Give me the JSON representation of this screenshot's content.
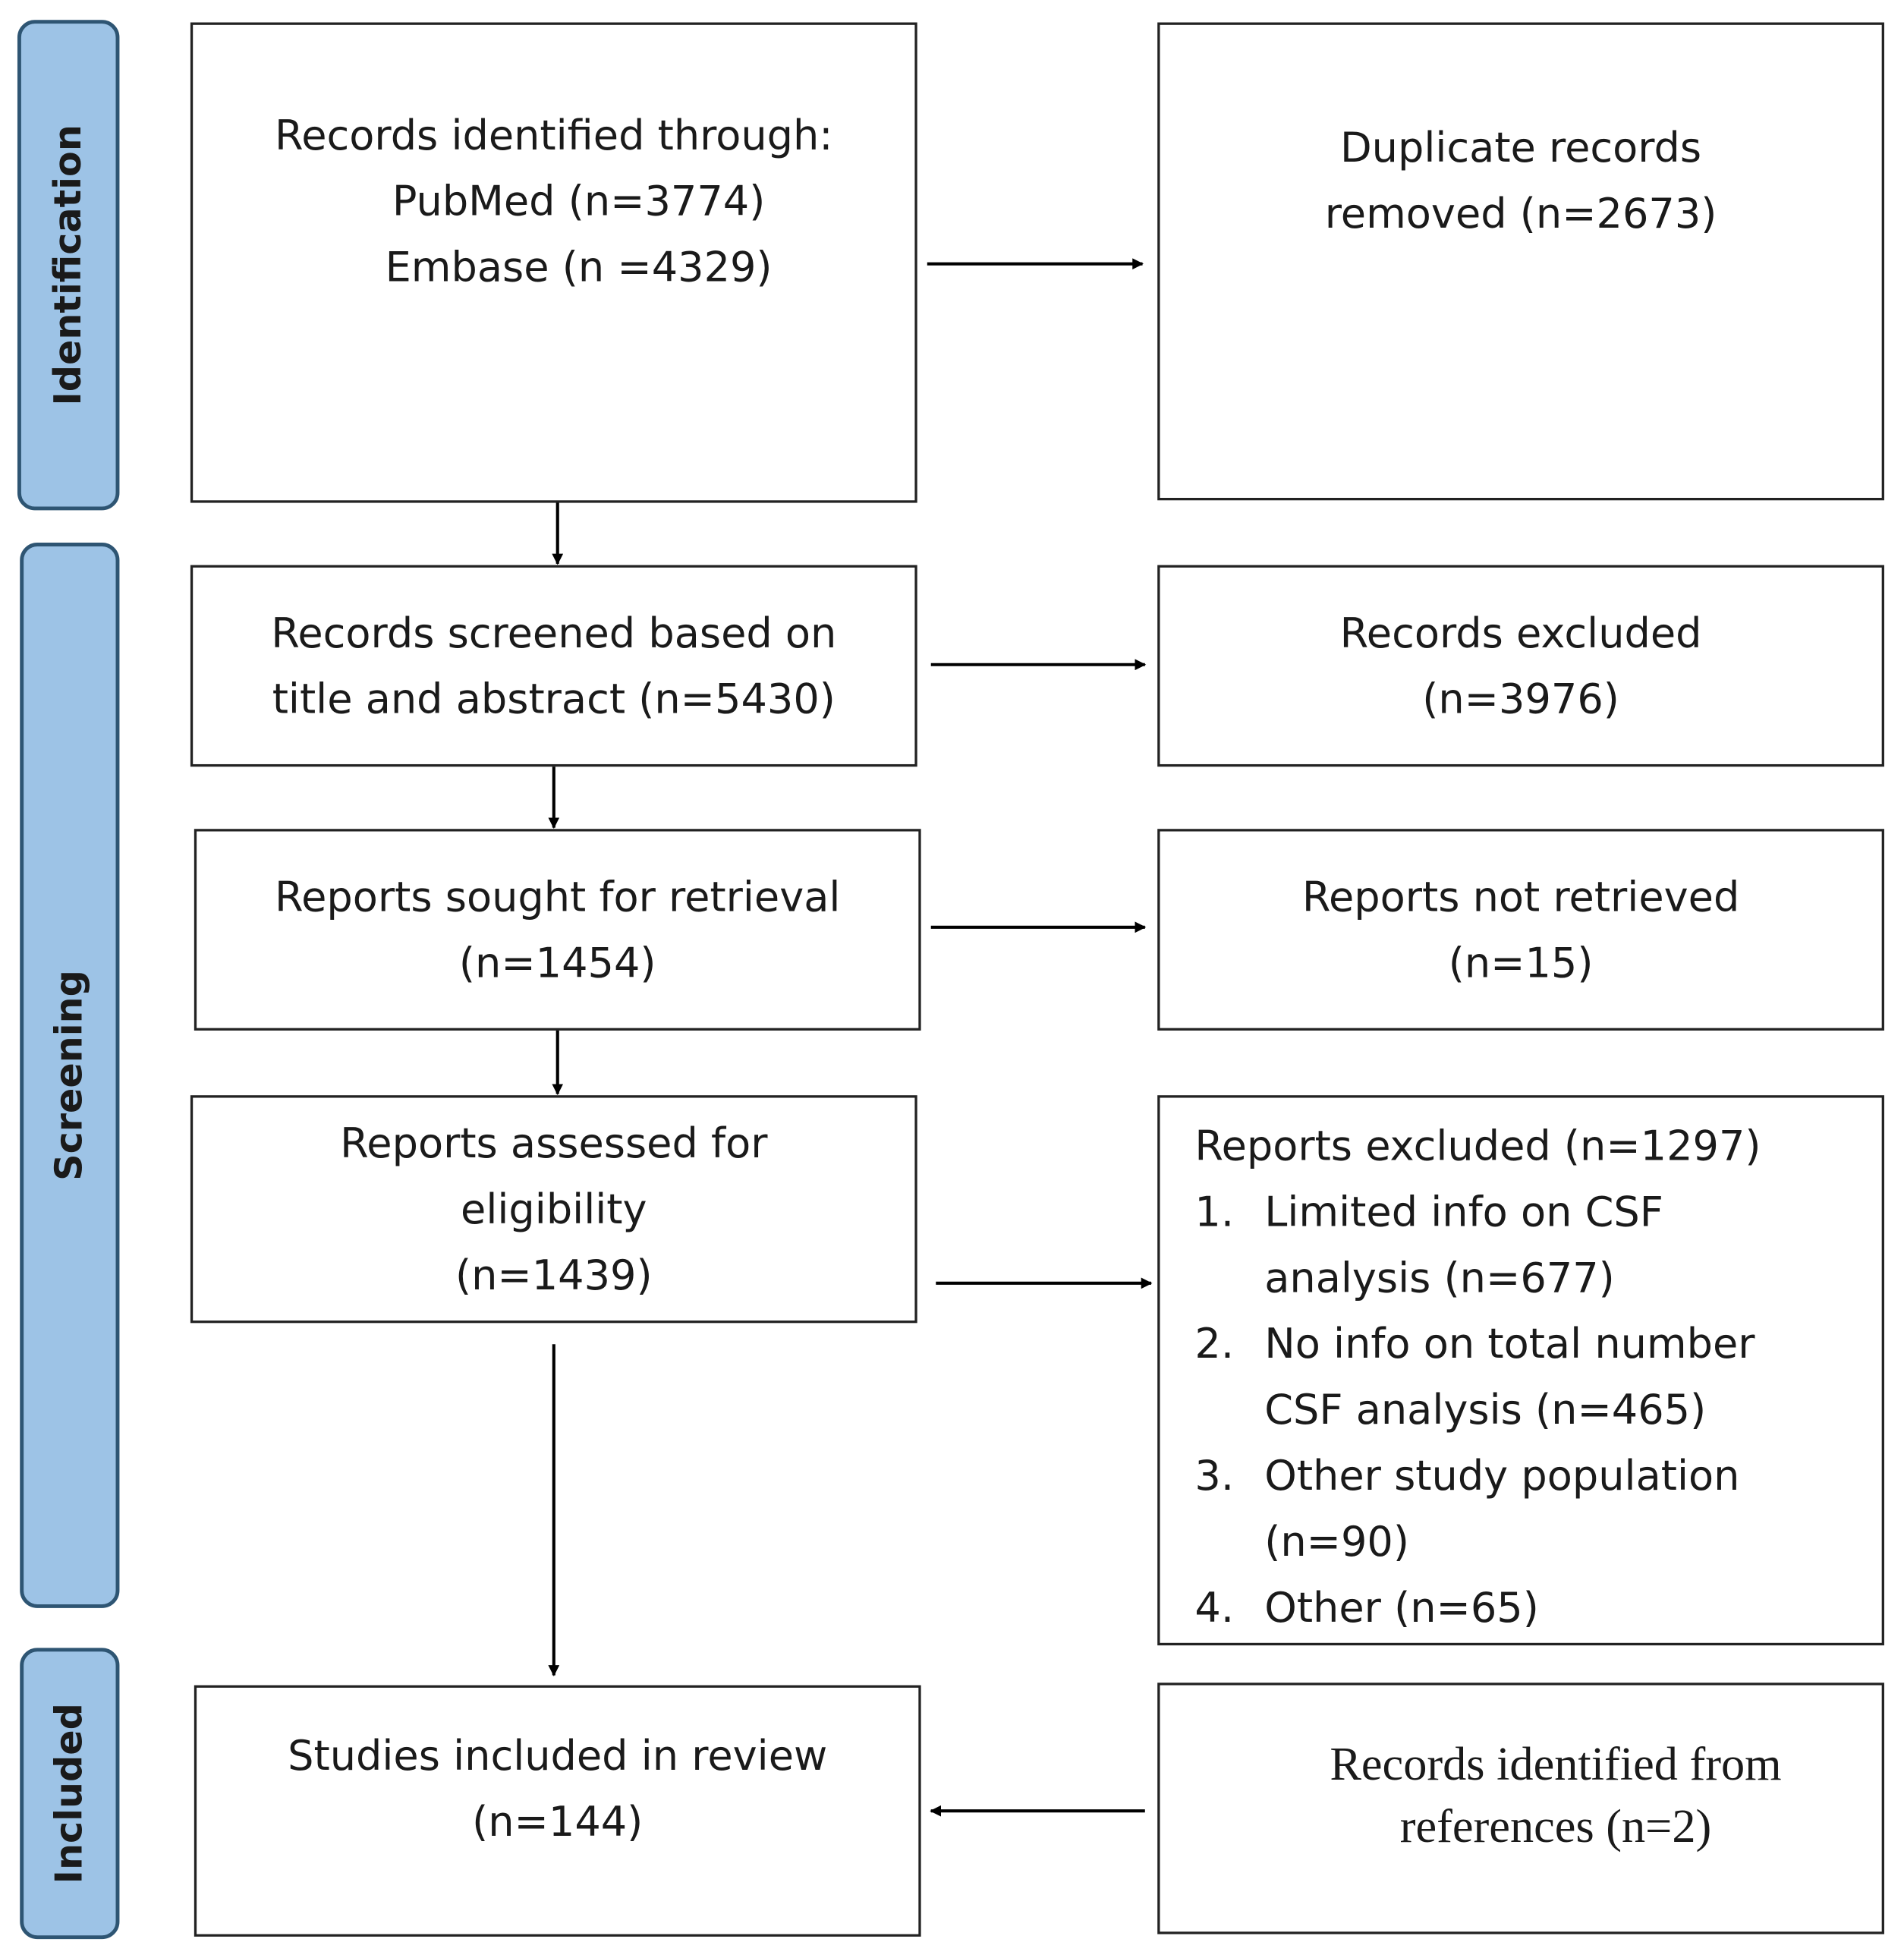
{
  "phases": {
    "identification": "Identification",
    "screening": "Screening",
    "included": "Included"
  },
  "records_identified": {
    "title": "Records identified through:",
    "pubmed": "PubMed  (n=3774)",
    "embase": "Embase (n =4329)"
  },
  "duplicates_removed": {
    "line1": "Duplicate records",
    "line2": "removed  (n=2673)"
  },
  "records_screened": {
    "line1": "Records screened based on",
    "line2": "title and abstract (n=5430)"
  },
  "records_excluded": {
    "line1": "Records excluded",
    "line2": "(n=3976)"
  },
  "reports_sought": {
    "line1": "Reports sought for retrieval",
    "line2": "(n=1454)"
  },
  "reports_not_retrieved": {
    "line1": "Reports not retrieved",
    "line2": "(n=15)"
  },
  "reports_assessed": {
    "line1": "Reports assessed for",
    "line2": "eligibility",
    "line3": "(n=1439)"
  },
  "reports_excluded": {
    "title": "Reports excluded (n=1297)",
    "items": [
      {
        "num": "1.",
        "line1": "Limited info on CSF",
        "line2": "analysis (n=677)"
      },
      {
        "num": "2.",
        "line1": "No info on total number",
        "line2": "CSF analysis (n=465)"
      },
      {
        "num": "3.",
        "line1": "Other study population",
        "line2": "(n=90)"
      },
      {
        "num": "4.",
        "line1": "Other (n=65)"
      }
    ]
  },
  "studies_included": {
    "line1": "Studies included in review",
    "line2": "(n=144)"
  },
  "records_from_references": {
    "line1": "Records identified from",
    "line2": "references (n=2)"
  }
}
